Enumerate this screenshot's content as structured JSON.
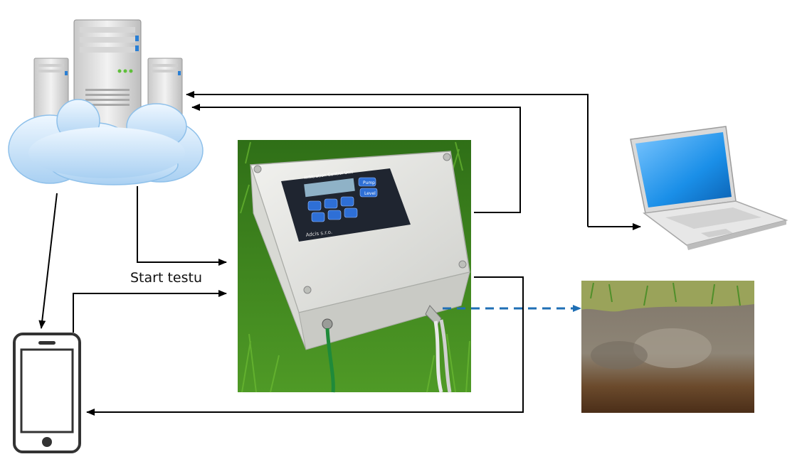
{
  "labels": {
    "start_test": "Start testu"
  },
  "device": {
    "panel_title": "Infiltration Control Unit",
    "brand": "Adcis s.r.o.",
    "btn_pump": "Pump",
    "btn_level": "Level"
  },
  "icons": [
    "server-cloud-icon",
    "laptop-icon",
    "smartphone-icon",
    "control-unit-photo",
    "soil-profile-photo"
  ],
  "colors": {
    "arrow": "#000000",
    "dashed_arrow": "#1f6fb5",
    "grass": "#3f8a1e",
    "cloud": "#cfe6fb",
    "laptop_screen": "#1a8fe8"
  }
}
